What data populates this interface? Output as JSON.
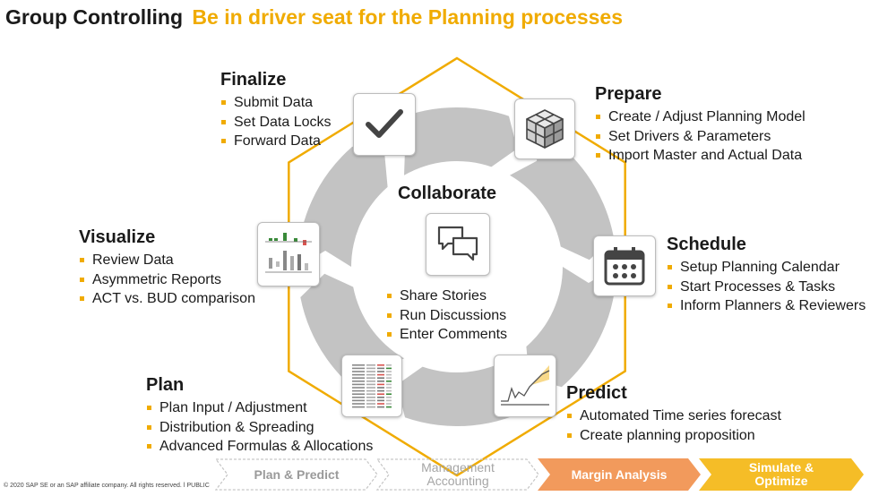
{
  "header": {
    "title": "Group Controlling",
    "subtitle": "Be in driver seat for the Planning processes"
  },
  "colors": {
    "accent": "#f0ab00",
    "cycle_ring": "#c3c3c3",
    "hexagon_outline": "#f0ab00",
    "margin_analysis": "#f29a5c",
    "simulate_optimize": "#f5bd27"
  },
  "center": {
    "title": "Collaborate",
    "icon": "chat-bubbles-icon",
    "items": [
      "Share Stories",
      "Run Discussions",
      "Enter Comments"
    ]
  },
  "phases": {
    "finalize": {
      "title": "Finalize",
      "icon": "checkmark-icon",
      "items": [
        "Submit Data",
        "Set Data Locks",
        "Forward Data"
      ]
    },
    "prepare": {
      "title": "Prepare",
      "icon": "cube-icon",
      "items": [
        "Create / Adjust Planning Model",
        "Set Drivers & Parameters",
        "Import Master and Actual Data"
      ]
    },
    "schedule": {
      "title": "Schedule",
      "icon": "calendar-icon",
      "items": [
        "Setup Planning Calendar",
        "Start Processes & Tasks",
        "Inform Planners & Reviewers"
      ]
    },
    "predict": {
      "title": "Predict",
      "icon": "forecast-chart-icon",
      "items": [
        "Automated Time series forecast",
        "Create planning proposition"
      ]
    },
    "plan": {
      "title": "Plan",
      "icon": "planning-grid-icon",
      "items": [
        "Plan Input / Adjustment",
        "Distribution & Spreading",
        "Advanced Formulas & Allocations"
      ]
    },
    "visualize": {
      "title": "Visualize",
      "icon": "waterfall-report-icon",
      "items": [
        "Review Data",
        "Asymmetric Reports",
        "ACT vs. BUD comparison"
      ]
    }
  },
  "process_steps": [
    {
      "lines": [
        "Plan & Predict"
      ]
    },
    {
      "lines": [
        "Management",
        "Accounting"
      ]
    },
    {
      "lines": [
        "Margin Analysis"
      ]
    },
    {
      "lines": [
        "Simulate &",
        "Optimize"
      ]
    }
  ],
  "footer": "© 2020 SAP SE or an SAP affiliate company. All rights reserved.  ǀ  PUBLIC"
}
